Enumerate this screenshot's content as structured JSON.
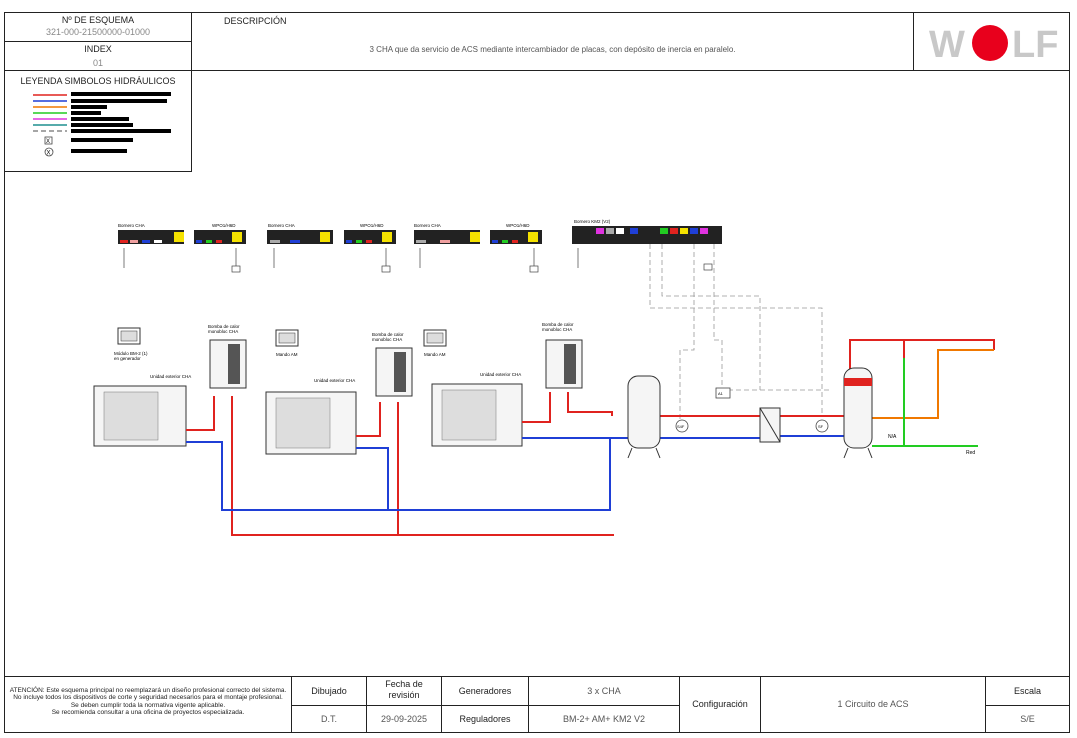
{
  "header": {
    "scheme_label": "Nº DE ESQUEMA",
    "scheme_value": "321-000-21500000-01000",
    "index_label": "INDEX",
    "index_value": "01",
    "description_label": "DESCRIPCIÓN",
    "description_text": "3 CHA que da servicio de ACS mediante intercambiador de placas, con depósito de inercia en paralelo."
  },
  "legend": {
    "title": "LEYENDA SIMBOLOS HIDRÁULICOS",
    "line_colors": [
      "#e0231f",
      "#1f3fd6",
      "#f07800",
      "#22cc22",
      "#e033e0",
      "#1f8f8f",
      "#888888"
    ]
  },
  "diagram": {
    "ctrl_labels": [
      "Bornero CHA",
      "WPO1/H6D",
      "Bornero CHA",
      "WPO1/H6D",
      "Bornero CHA",
      "WPO1/H6D",
      "Bornero KM2 (V2)"
    ],
    "module_label": "Módulo BM-2 (1)\nen generador",
    "mando_labels": [
      "Mando AM",
      "Mando AM"
    ],
    "pump_labels": [
      "Bomba de calor\nmonobloc CHA",
      "Bomba de calor\nmonobloc CHA",
      "Bomba de calor\nmonobloc CHA"
    ],
    "outdoor_labels": [
      "Unidad exterior CHA",
      "Unidad exterior CHA",
      "Unidad exterior CHA"
    ],
    "sensor_labels": [
      "S4F",
      "SF",
      "A1"
    ],
    "tag_labels": [
      "Red",
      "N/A"
    ]
  },
  "footer": {
    "warning": "ATENCIÓN: Este esquema principal no reemplazará un diseño profesional correcto del sistema.\nNo incluye todos los dispositivos de corte y seguridad necesarios para el montaje profesional.\nSe deben cumplir toda la normativa vigente aplicable.\nSe recomienda consultar a una oficina de proyectos especializada.",
    "dibujado_label": "Dibujado",
    "dibujado_value": "D.T.",
    "fecha_label": "Fecha de\nrevisión",
    "fecha_value": "29-09-2025",
    "generadores_label": "Generadores",
    "generadores_value": "3 x CHA",
    "reguladores_label": "Reguladores",
    "reguladores_value": "BM-2+ AM+ KM2 V2",
    "config_label": "Configuración",
    "config_value": "1 Circuito de ACS",
    "escala_label": "Escala",
    "escala_value": "S/E"
  },
  "logo": {
    "text": "WOLF",
    "accent": "#e8001c"
  },
  "colors": {
    "supply": "#e0231f",
    "return": "#1f3fd6",
    "acs_hot": "#f07800",
    "cold": "#22cc22",
    "control": "#999999"
  }
}
